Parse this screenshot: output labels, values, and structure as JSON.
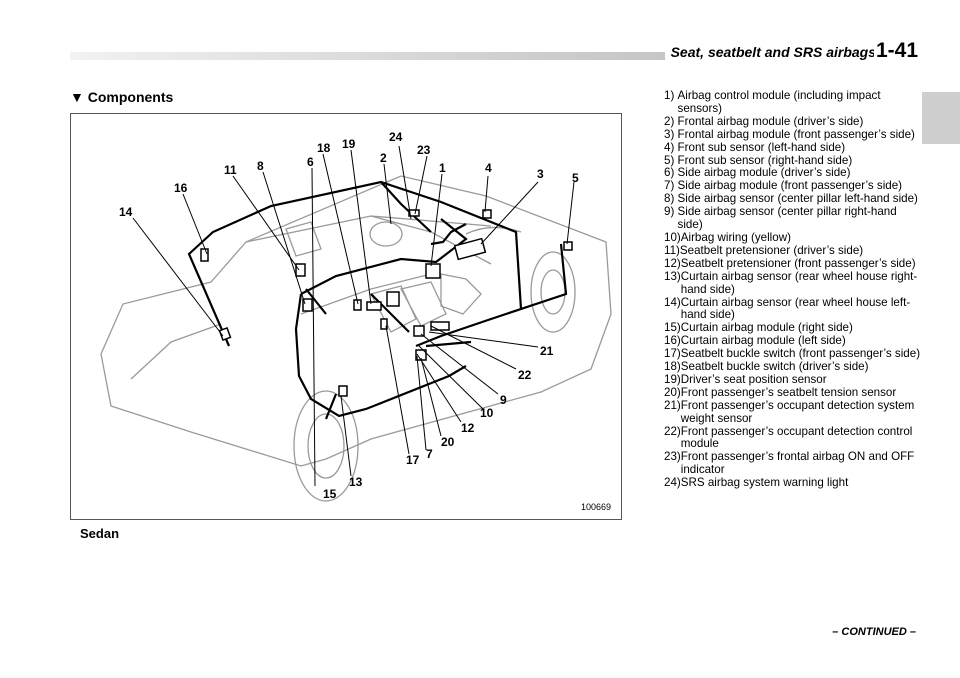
{
  "header": {
    "title": "Seat, seatbelt and SRS airbags",
    "page_number": "1-41"
  },
  "section": {
    "marker": "▼",
    "title": "Components"
  },
  "figure": {
    "caption": "Sedan",
    "figure_number": "100669",
    "callouts": [
      "1",
      "2",
      "3",
      "4",
      "5",
      "6",
      "7",
      "8",
      "9",
      "10",
      "11",
      "12",
      "13",
      "14",
      "15",
      "16",
      "17",
      "18",
      "19",
      "20",
      "21",
      "22",
      "23",
      "24"
    ]
  },
  "legend": [
    {
      "num": "1)",
      "text": "Airbag control module (including impact sensors)"
    },
    {
      "num": "2)",
      "text": "Frontal airbag module (driver’s side)"
    },
    {
      "num": "3)",
      "text": "Frontal airbag module (front passen­ger’s side)"
    },
    {
      "num": "4)",
      "text": "Front sub sensor (left-hand side)"
    },
    {
      "num": "5)",
      "text": "Front sub sensor (right-hand side)"
    },
    {
      "num": "6)",
      "text": "Side airbag module (driver’s side)"
    },
    {
      "num": "7)",
      "text": "Side airbag module (front passenger’s side)"
    },
    {
      "num": "8)",
      "text": "Side airbag sensor (center pillar left-hand side)"
    },
    {
      "num": "9)",
      "text": "Side airbag sensor (center pillar right-hand side)"
    },
    {
      "num": "10)",
      "text": "Airbag wiring (yellow)"
    },
    {
      "num": "11)",
      "text": "Seatbelt pretensioner (driver’s side)"
    },
    {
      "num": "12)",
      "text": "Seatbelt pretensioner (front passenger’s side)"
    },
    {
      "num": "13)",
      "text": "Curtain airbag sensor (rear wheel house right-hand side)"
    },
    {
      "num": "14)",
      "text": "Curtain airbag sensor (rear wheel house left-hand side)"
    },
    {
      "num": "15)",
      "text": "Curtain airbag module (right side)"
    },
    {
      "num": "16)",
      "text": "Curtain airbag module (left side)"
    },
    {
      "num": "17)",
      "text": "Seatbelt buckle switch (front passen­ger’s side)"
    },
    {
      "num": "18)",
      "text": "Seatbelt buckle switch (driver’s side)"
    },
    {
      "num": "19)",
      "text": "Driver’s seat position sensor"
    },
    {
      "num": "20)",
      "text": "Front passenger’s seatbelt tension sen­sor"
    },
    {
      "num": "21)",
      "text": "Front passenger’s occupant detection system weight sensor"
    },
    {
      "num": "22)",
      "text": "Front passenger’s occupant detection control module"
    },
    {
      "num": "23)",
      "text": "Front passenger’s frontal airbag ON and OFF indicator"
    },
    {
      "num": "24)",
      "text": "SRS airbag system warning light"
    }
  ],
  "footer": {
    "continued": "– CONTINUED –"
  }
}
